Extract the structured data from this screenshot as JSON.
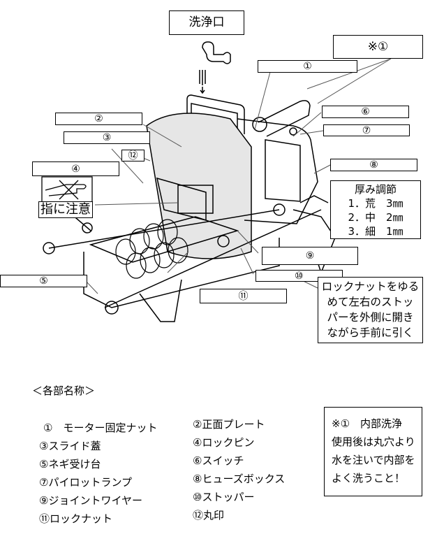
{
  "callouts": {
    "wash_port": "洗浄口",
    "note_ref": "※①",
    "c1": "①",
    "c2": "②",
    "c3": "③",
    "c4": "④",
    "c5": "⑤",
    "c6": "⑥",
    "c7": "⑦",
    "c8": "⑧",
    "c9": "⑨",
    "c10": "⑩",
    "c11": "⑪",
    "c12": "⑫",
    "finger_warning": "指に注意"
  },
  "thickness": {
    "title": "厚み調節",
    "rows": [
      "1．荒　3㎜",
      "2．中　2㎜",
      "3．細　1㎜"
    ]
  },
  "removal_note": {
    "lines": [
      "ロックナットをゆる",
      "めて左右のストッ",
      "パーを外側に開き",
      "ながら手前に引く"
    ]
  },
  "legend": {
    "title": "＜各部名称＞",
    "left": [
      "①　モーター固定ナット",
      "③スライド蓋",
      "⑤ネギ受け台",
      "⑦パイロットランプ",
      "⑨ジョイントワイヤー",
      "⑪ロックナット"
    ],
    "right": [
      "②正面プレート",
      "④ロックピン",
      "⑥スイッチ",
      "⑧ヒューズボックス",
      "⑩ストッパー",
      "⑫丸印"
    ]
  },
  "cleaning_note": {
    "lines": [
      "※①　内部洗浄",
      "使用後は丸穴より",
      "水を注いで内部を",
      "よく洗うこと！"
    ]
  }
}
